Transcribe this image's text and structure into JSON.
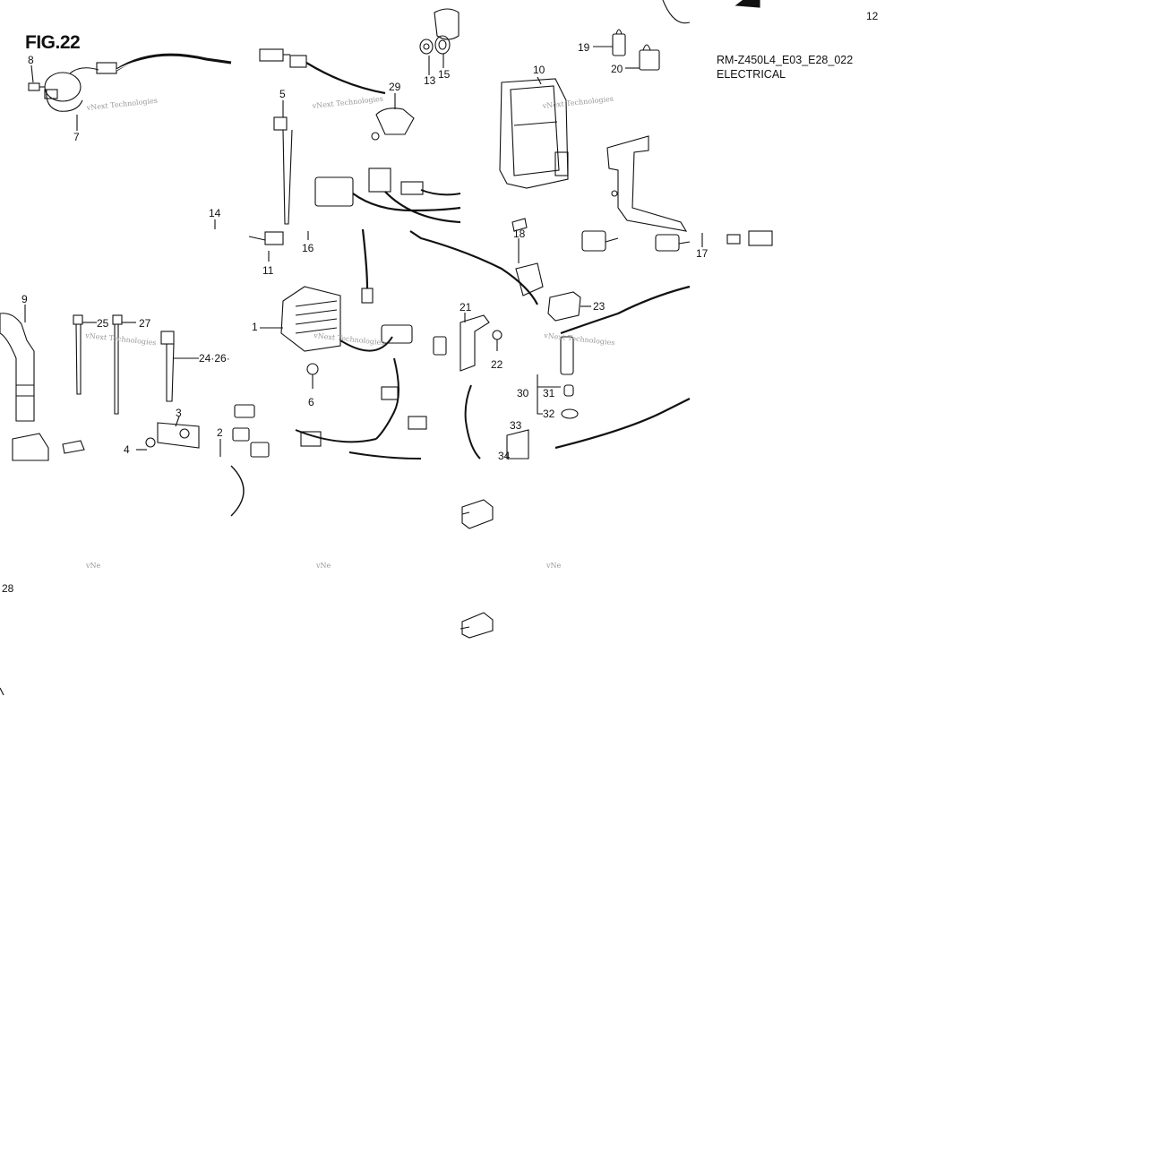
{
  "figure": {
    "title": "FIG.22",
    "model_code": "RM-Z450L4_E03_E28_022",
    "section": "ELECTRICAL",
    "watermark": "vNext Technologies",
    "watermark_fragment": "vNe"
  },
  "callouts": [
    {
      "id": "c1",
      "label": "1"
    },
    {
      "id": "c2",
      "label": "2"
    },
    {
      "id": "c3",
      "label": "3"
    },
    {
      "id": "c4",
      "label": "4"
    },
    {
      "id": "c5",
      "label": "5"
    },
    {
      "id": "c6",
      "label": "6"
    },
    {
      "id": "c7",
      "label": "7"
    },
    {
      "id": "c8",
      "label": "8"
    },
    {
      "id": "c9",
      "label": "9"
    },
    {
      "id": "c10",
      "label": "10"
    },
    {
      "id": "c11",
      "label": "11"
    },
    {
      "id": "c12",
      "label": "12"
    },
    {
      "id": "c13",
      "label": "13"
    },
    {
      "id": "c14",
      "label": "14"
    },
    {
      "id": "c15",
      "label": "15"
    },
    {
      "id": "c16",
      "label": "16"
    },
    {
      "id": "c17",
      "label": "17"
    },
    {
      "id": "c18",
      "label": "18"
    },
    {
      "id": "c19",
      "label": "19"
    },
    {
      "id": "c20",
      "label": "20"
    },
    {
      "id": "c21",
      "label": "21"
    },
    {
      "id": "c22",
      "label": "22"
    },
    {
      "id": "c23",
      "label": "23"
    },
    {
      "id": "c24_26",
      "label": "24·26·"
    },
    {
      "id": "c25",
      "label": "25"
    },
    {
      "id": "c27",
      "label": "27"
    },
    {
      "id": "c28",
      "label": "28"
    },
    {
      "id": "c29",
      "label": "29"
    },
    {
      "id": "c30",
      "label": "30"
    },
    {
      "id": "c31",
      "label": "31"
    },
    {
      "id": "c32",
      "label": "32"
    },
    {
      "id": "c33",
      "label": "33"
    },
    {
      "id": "c34",
      "label": "34"
    }
  ]
}
